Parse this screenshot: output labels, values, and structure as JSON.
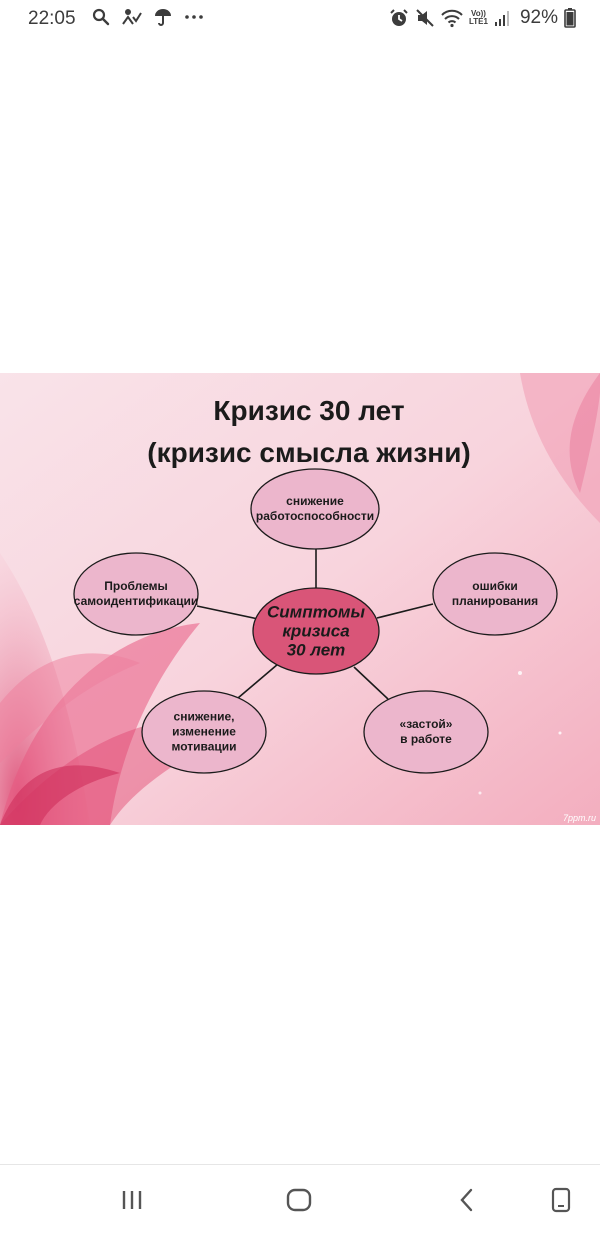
{
  "status_bar": {
    "time": "22:05",
    "left_icons": [
      "search-icon",
      "missed-call-icon",
      "umbrella-icon",
      "more-dots-icon"
    ],
    "right_icons": [
      "alarm-icon",
      "mute-icon",
      "wifi-icon",
      "volte-icon",
      "signal-icon",
      "battery-icon"
    ],
    "volte_top": "Vo))",
    "volte_bottom": "LTE1",
    "battery": "92%"
  },
  "slide": {
    "title_line1": "Кризис 30 лет",
    "title_line2": "(кризис смысла жизни)",
    "center": [
      "Симптомы",
      "кризиса",
      "30 лет"
    ],
    "nodes": {
      "top": [
        "снижение",
        "работоспособности"
      ],
      "left": [
        "Проблемы",
        "самоидентификации"
      ],
      "right": [
        "ошибки",
        "планирования"
      ],
      "bottom_left": [
        "снижение,",
        "изменение",
        "мотивации"
      ],
      "bottom_right": [
        "«застой»",
        "в работе"
      ]
    },
    "watermark": "7ppm.ru"
  },
  "nav_bar": {
    "buttons": [
      "recent-apps-icon",
      "home-icon",
      "back-icon",
      "screenshot-icon"
    ]
  },
  "colors": {
    "node_fill": "#ecb6cc",
    "center_fill": "#d95578",
    "slide_bg": "#f8d7df"
  }
}
